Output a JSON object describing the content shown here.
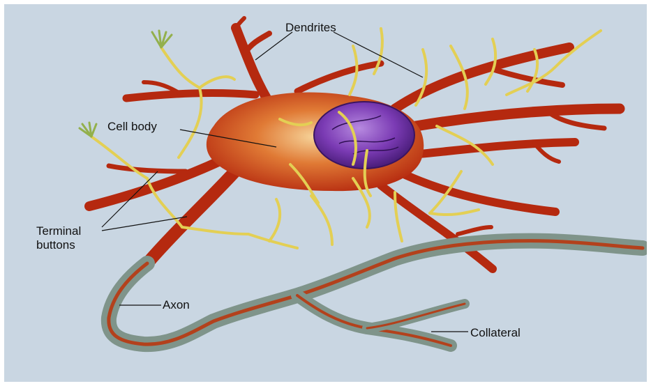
{
  "diagram": {
    "labels": {
      "dendrites": "Dendrites",
      "cell_body": "Cell body",
      "terminal_buttons_line1": "Terminal",
      "terminal_buttons_line2": "buttons",
      "axon": "Axon",
      "collateral": "Collateral"
    },
    "colors": {
      "background": "#c9d6e2",
      "cell": "#b5290f",
      "cell_highlight": "#f2c27a",
      "nucleus": "#6a2d9e",
      "terminal": "#e3cf54",
      "axon_sheath": "#7f948a",
      "axon_core": "#b3411c"
    }
  }
}
